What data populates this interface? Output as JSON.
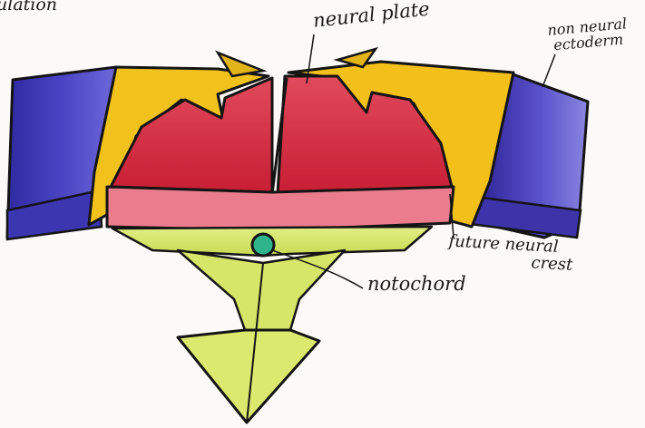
{
  "labels": {
    "title_fragment": "ulation",
    "neural_plate": "neural plate",
    "non_neural_ectoderm": [
      "non neural",
      "ectoderm"
    ],
    "future_neural_crest": [
      "future neural",
      "crest"
    ],
    "notochord": "notochord"
  },
  "colors": {
    "non_neural_ectoderm": "#3a2fa8",
    "neural_crest": "#f0c21a",
    "neural_plate": "#d8283c",
    "plate_underside": "#e87a8c",
    "mesoderm_arrow": "#d8e86a",
    "notochord": "#2fb38a",
    "outline": "#141414"
  }
}
